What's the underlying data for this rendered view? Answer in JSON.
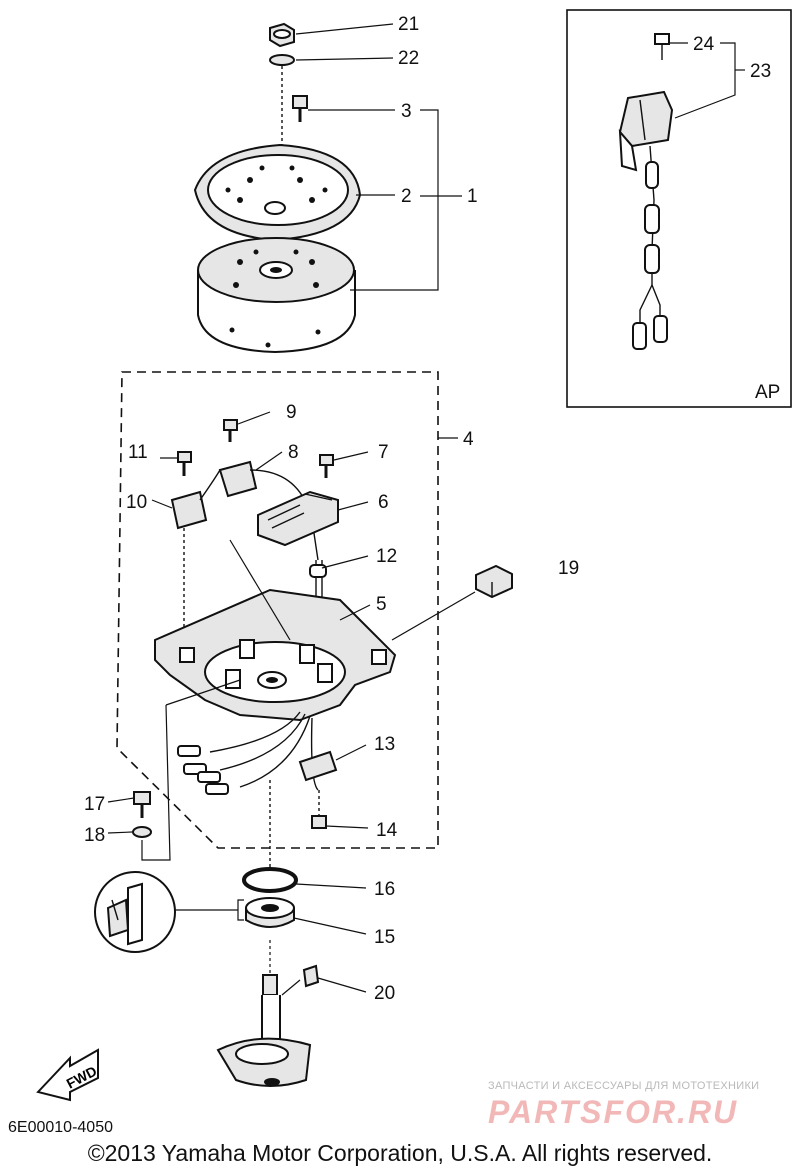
{
  "callouts": {
    "c1": "1",
    "c2": "2",
    "c3": "3",
    "c4": "4",
    "c5": "5",
    "c6": "6",
    "c7": "7",
    "c8": "8",
    "c9": "9",
    "c10": "10",
    "c11": "11",
    "c12": "12",
    "c13": "13",
    "c14": "14",
    "c15": "15",
    "c16": "16",
    "c17": "17",
    "c18": "18",
    "c19": "19",
    "c20": "20",
    "c21": "21",
    "c22": "22",
    "c23": "23",
    "c24": "24"
  },
  "inset_label": "AP",
  "direction_arrow": "FWD",
  "watermark": {
    "tagline": "ЗАПЧАСТИ И АКСЕССУАРЫ ДЛЯ МОТОТЕХНИКИ",
    "brand": "PARTSFOR.RU"
  },
  "diagram_code": "6E00010-4050",
  "copyright": "©2013 Yamaha Motor Corporation, U.S.A. All rights reserved."
}
